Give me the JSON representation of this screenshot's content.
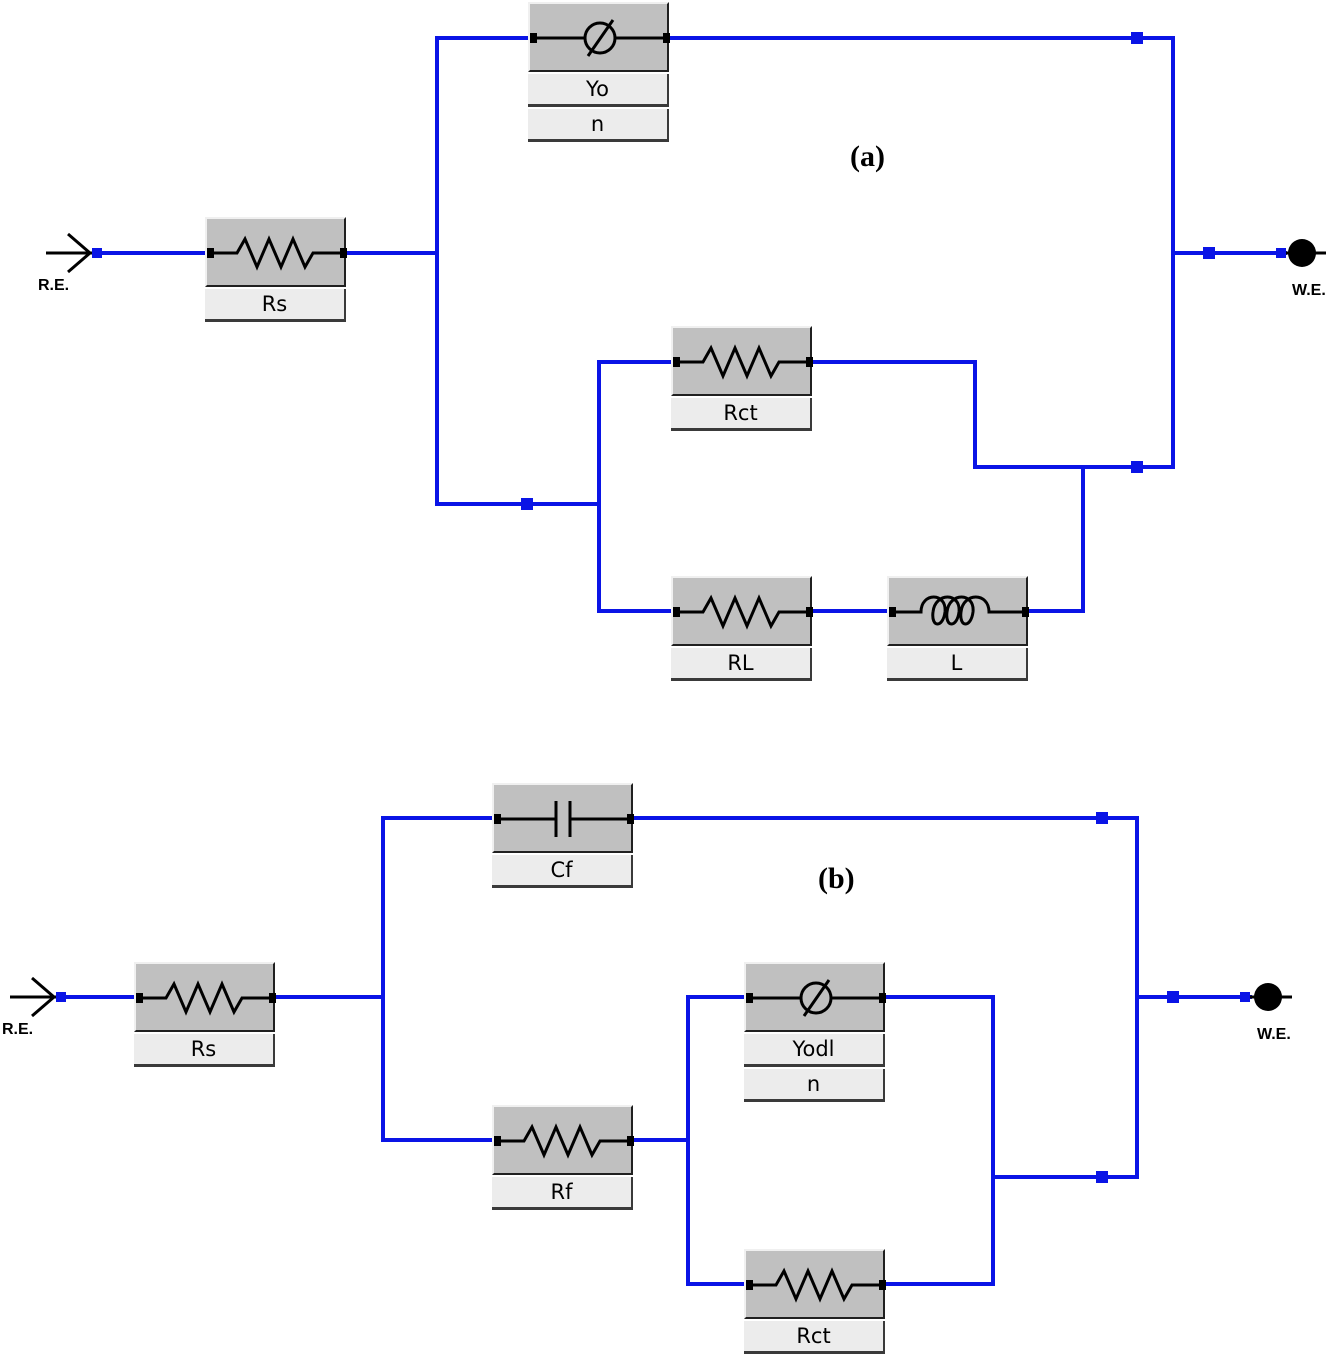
{
  "circuit_a": {
    "panel_label": "(a)",
    "ref_label": "R.E.",
    "work_label": "W.E.",
    "components": {
      "cpe": {
        "type": "cpe",
        "params": [
          "Yo",
          "n"
        ]
      },
      "rs": {
        "type": "resistor",
        "params": [
          "Rs"
        ]
      },
      "rct": {
        "type": "resistor",
        "params": [
          "Rct"
        ]
      },
      "rl": {
        "type": "resistor",
        "params": [
          "RL"
        ]
      },
      "l": {
        "type": "inductor",
        "params": [
          "L"
        ]
      }
    }
  },
  "circuit_b": {
    "panel_label": "(b)",
    "ref_label": "R.E.",
    "work_label": "W.E.",
    "components": {
      "cf": {
        "type": "capacitor",
        "params": [
          "Cf"
        ]
      },
      "rs": {
        "type": "resistor",
        "params": [
          "Rs"
        ]
      },
      "rf": {
        "type": "resistor",
        "params": [
          "Rf"
        ]
      },
      "cpe": {
        "type": "cpe",
        "params": [
          "Yodl",
          "n"
        ]
      },
      "rct": {
        "type": "resistor",
        "params": [
          "Rct"
        ]
      }
    }
  },
  "colors": {
    "wire": "#0a14e6",
    "component_body": "#c0c0c0",
    "param_field": "#ececec"
  }
}
